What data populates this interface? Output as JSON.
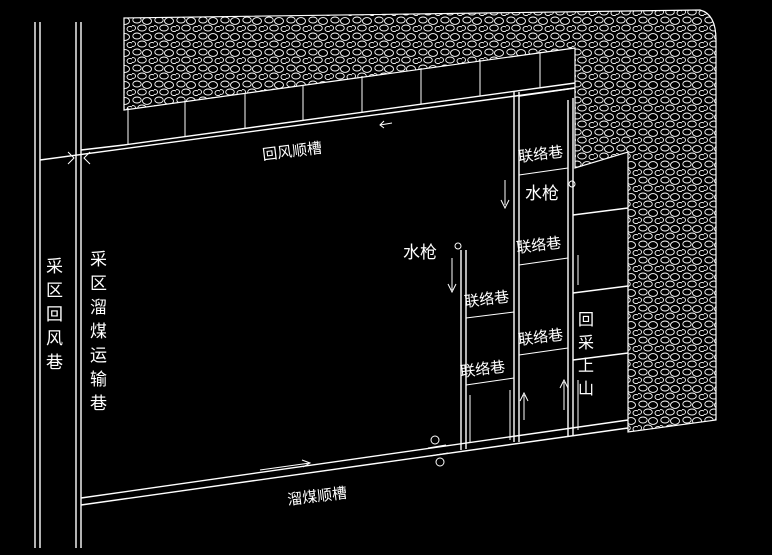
{
  "labels": {
    "return_air_trough": "回风顺槽",
    "chute_coal_trough": "溜煤顺槽",
    "district_return_airway": "采区回风巷",
    "district_chute_coal_transport_lane": "采区溜煤运输巷",
    "return_upper_mountain": "回采上山",
    "crosscut": "联络巷",
    "water_gun": "水枪"
  },
  "colors": {
    "background": "#000000",
    "line": "#ffffff"
  }
}
